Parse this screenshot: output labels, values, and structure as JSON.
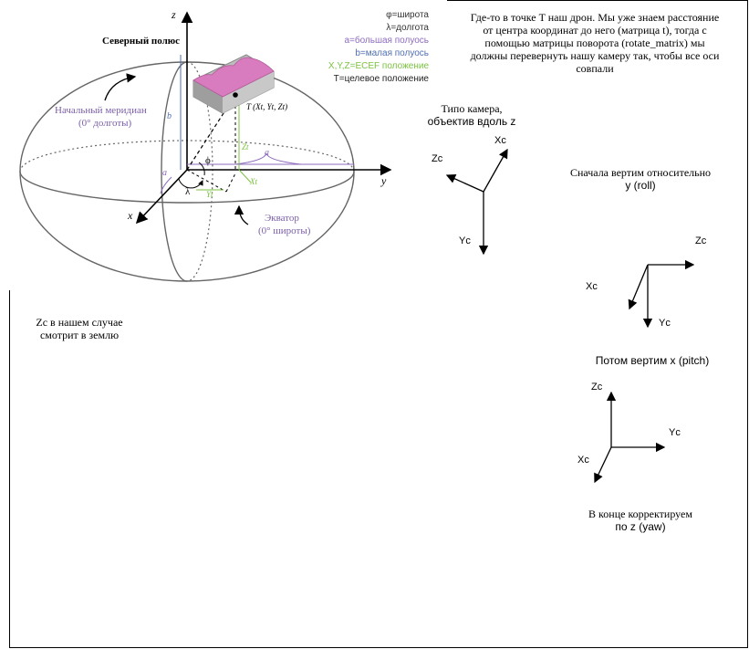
{
  "geodesy": {
    "axis_z": "z",
    "axis_x": "x",
    "axis_y": "y",
    "north_pole": "Северный полюс",
    "prime_meridian_1": "Начальный меридиан",
    "prime_meridian_2": "(0° долготы)",
    "equator_1": "Экватор",
    "equator_2": "(0° широты)",
    "target_label": "T (Xt, Yt, Zt)",
    "phi": "ϕ",
    "lambda": "λ",
    "a": "a",
    "b": "b",
    "zt": "Zt",
    "xt": "Xt",
    "yt": "Yt",
    "legend": [
      {
        "text": "φ=широта",
        "color": "#333333"
      },
      {
        "text": "λ=долгота",
        "color": "#333333"
      },
      {
        "text": "a=большая полуось",
        "color": "#8e6bbf"
      },
      {
        "text": "b=малая полуось",
        "color": "#4f6fb3"
      },
      {
        "text": "X,Y,Z=ECEF положение",
        "color": "#7cc242"
      },
      {
        "text": "T=целевое положение",
        "color": "#222222"
      }
    ]
  },
  "notes": {
    "intro": "Где-то в точке T наш дрон. Мы уже знаем расстояние от центра координат до него (матрица t), тогда с помощью матрицы поворота (rotate_matrix) мы должны перевернуть нашу камеру так, чтобы все оси совпали",
    "camera_1": "Типо камера,",
    "camera_2": "объектив вдоль z",
    "roll_1": "Сначала вертим относительно",
    "roll_2": "y (roll)",
    "pitch": "Потом вертим x (pitch)",
    "yaw_1": "В конце корректируем",
    "yaw_2": "по z (yaw)",
    "zc_note_1": "Zc в нашем случае",
    "zc_note_2": "смотрит в землю"
  },
  "axes": {
    "xc": "Xc",
    "yc": "Yc",
    "zc": "Zc"
  },
  "colors": {
    "ellipse": "#666666",
    "pink": "#d97bbf",
    "purple": "#7b5fa8",
    "blue": "#4f6fb3",
    "green": "#7cc242"
  }
}
